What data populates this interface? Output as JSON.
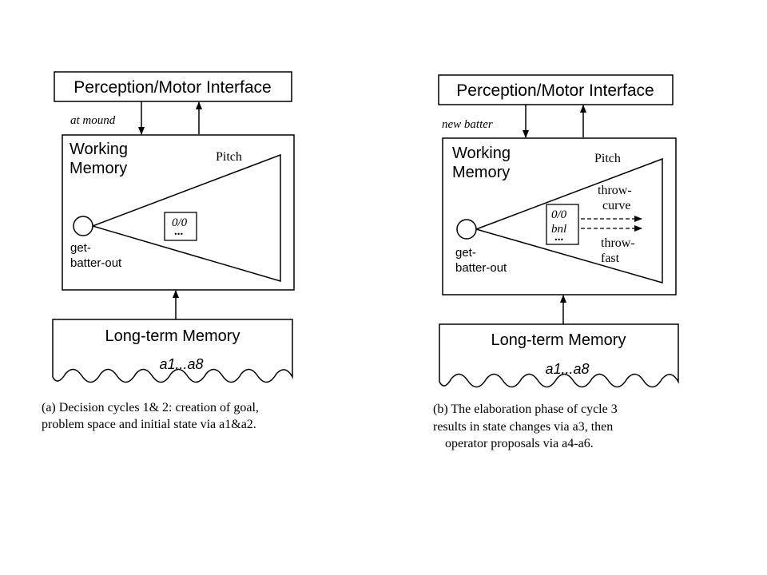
{
  "panel_a": {
    "interface_label": "Perception/Motor Interface",
    "input_label": "at mound",
    "wm_label_line1": "Working",
    "wm_label_line2": "Memory",
    "problem_space": "Pitch",
    "state_line1": "0/0",
    "state_line2": "...",
    "goal_line1": "get-",
    "goal_line2": "batter-out",
    "ltm_label": "Long-term Memory",
    "ltm_rules": "a1...a8",
    "caption_line1": "(a) Decision cycles 1& 2: creation of goal,",
    "caption_line2": "problem space and initial state via a1&a2."
  },
  "panel_b": {
    "interface_label": "Perception/Motor Interface",
    "input_label": "new batter",
    "wm_label_line1": "Working",
    "wm_label_line2": "Memory",
    "problem_space": "Pitch",
    "state_line1": "0/0",
    "state_line2": "bnl",
    "state_line3": "...",
    "op1_line1": "throw-",
    "op1_line2": "curve",
    "op2_line1": "throw-",
    "op2_line2": "fast",
    "goal_line1": "get-",
    "goal_line2": "batter-out",
    "ltm_label": "Long-term Memory",
    "ltm_rules": "a1...a8",
    "caption_line1": "(b) The elaboration phase of cycle 3",
    "caption_line2": "results in state changes  via a3, then",
    "caption_line3": "operator proposals via a4-a6."
  }
}
